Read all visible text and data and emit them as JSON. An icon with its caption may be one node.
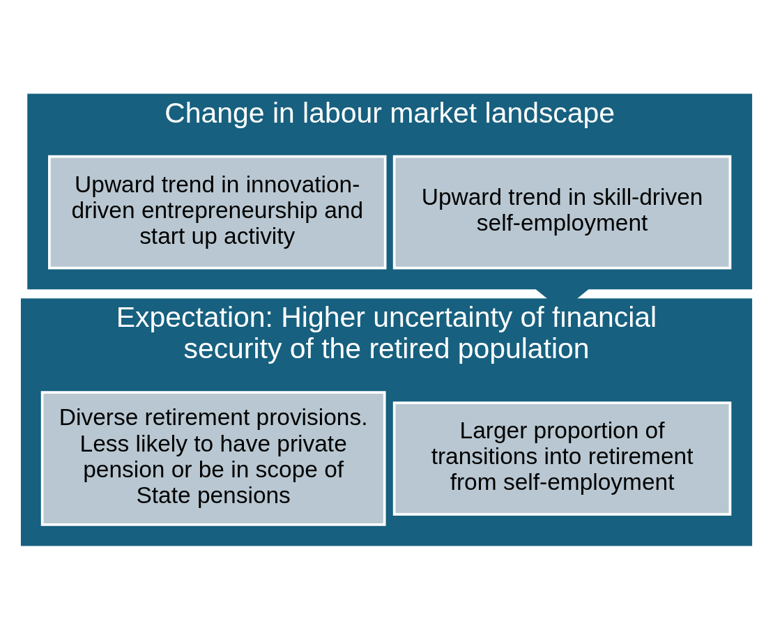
{
  "diagram": {
    "nodes": [
      {
        "text": [
          "Change in labour market landscape"
        ]
      },
      {
        "text": [
          "Upward trend in skill-driven self-employment"
        ],
        "in": 0
      },
      {
        "text": [
          "Upward trend in innovation-driven entrepreneurship and start up activity"
        ],
        "in": 0
      },
      {
        "text": [
          "Expectation: Higher uncertainty of financial security of the retired population"
        ]
      },
      {
        "text": [
          "Larger proportion of transitions into retirement from self-employment"
        ],
        "in": 3
      },
      {
        "text": [
          "Diverse retirement provisions. Less likely to have private pension or be in scope of State pensions"
        ],
        "in": 3
      }
    ],
    "edges": [
      {
        "from": 0,
        "to": 3,
        "arrow": "to",
        "style": "thick"
      }
    ]
  }
}
